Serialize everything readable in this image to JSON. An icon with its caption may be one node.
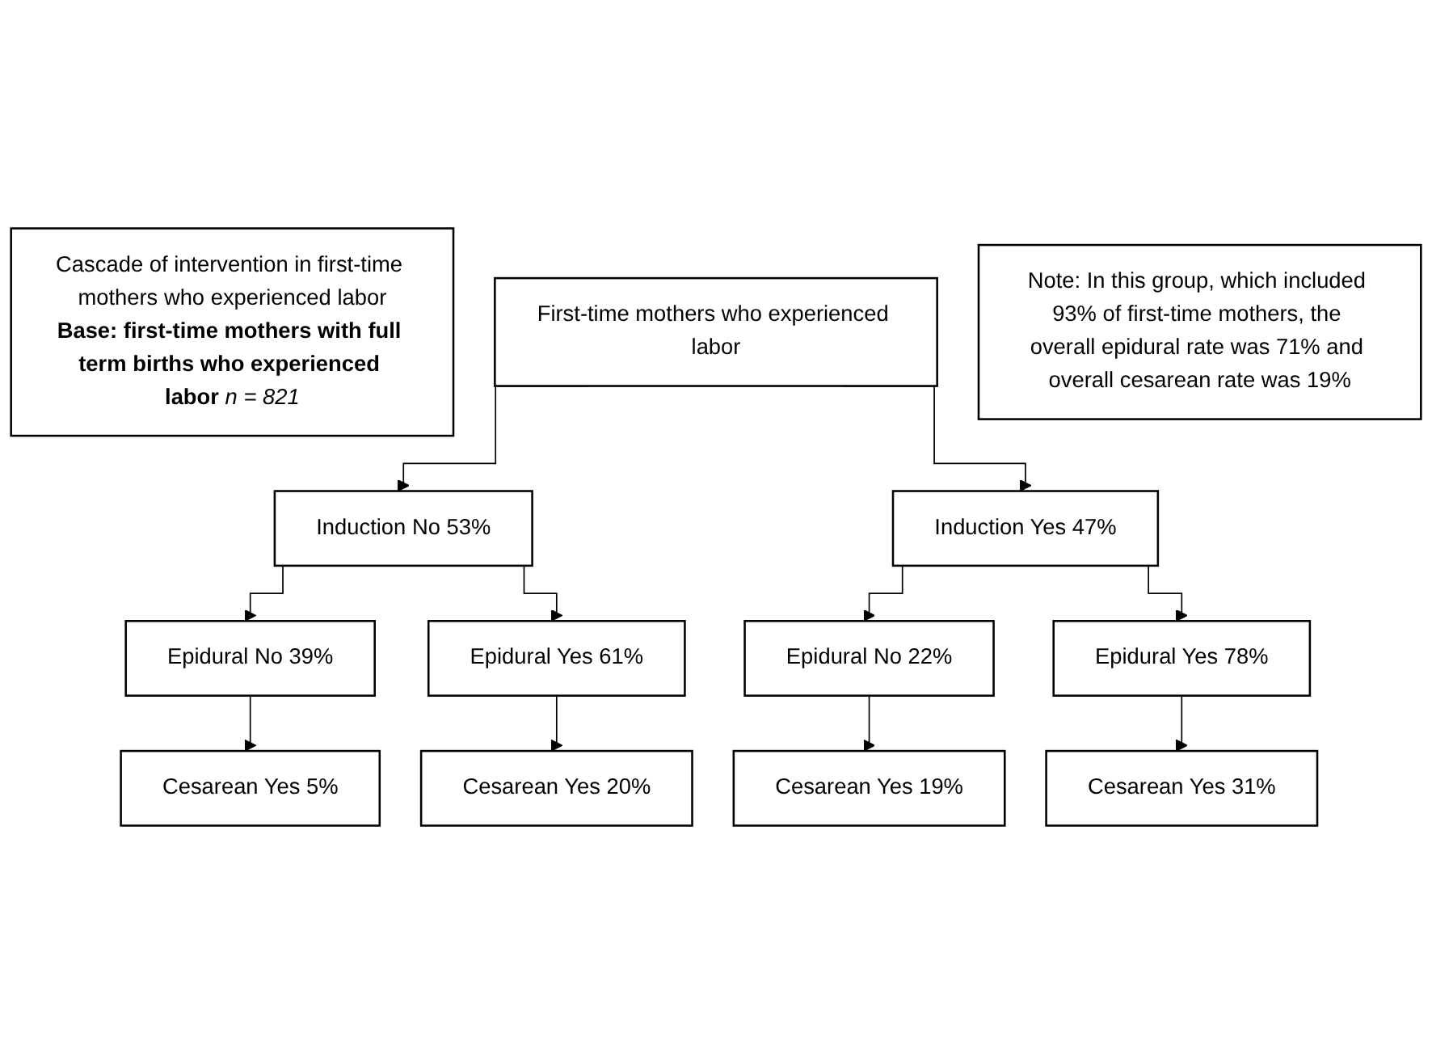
{
  "diagram": {
    "nodes": [
      {
        "text": [
          "Cascade of intervention in first-time mothers who experienced labor",
          "**Base: first-time mothers with full term births who experienced labor** *n = 821*"
        ]
      },
      {
        "text": [
          "First-time mothers who experienced labor"
        ]
      },
      {
        "text": [
          "Induction No 53%"
        ]
      },
      {
        "text": [
          "Induction Yes 47%"
        ]
      },
      {
        "text": [
          "Epidural No 39%"
        ]
      },
      {
        "text": [
          "Epidural Yes 61%"
        ]
      },
      {
        "text": [
          "Epidural No 22%"
        ]
      },
      {
        "text": [
          "Epidural Yes 78%"
        ]
      },
      {
        "text": [
          "Cesarean Yes 5%"
        ]
      },
      {
        "text": [
          "Cesarean Yes 20%"
        ]
      },
      {
        "text": [
          "Cesarean Yes 19%"
        ]
      },
      {
        "text": [
          "Cesarean Yes 31%"
        ]
      },
      {
        "text": [
          "Note: In this group, which included 93% of first-time mothers, the overall epidural rate was 71% and overall cesarean rate was 19%"
        ]
      }
    ],
    "edges": [
      {
        "from": 1,
        "to": 2,
        "arrow": "to"
      },
      {
        "from": 1,
        "to": 3,
        "arrow": "to"
      },
      {
        "from": 2,
        "to": 4,
        "arrow": "to"
      },
      {
        "from": 2,
        "to": 5,
        "arrow": "to"
      },
      {
        "from": 3,
        "to": 6,
        "arrow": "to"
      },
      {
        "from": 3,
        "to": 7,
        "arrow": "to"
      },
      {
        "from": 4,
        "to": 8,
        "arrow": "to"
      },
      {
        "from": 5,
        "to": 9,
        "arrow": "to"
      },
      {
        "from": 6,
        "to": 10,
        "arrow": "to"
      },
      {
        "from": 7,
        "to": 11,
        "arrow": "to"
      }
    ]
  }
}
